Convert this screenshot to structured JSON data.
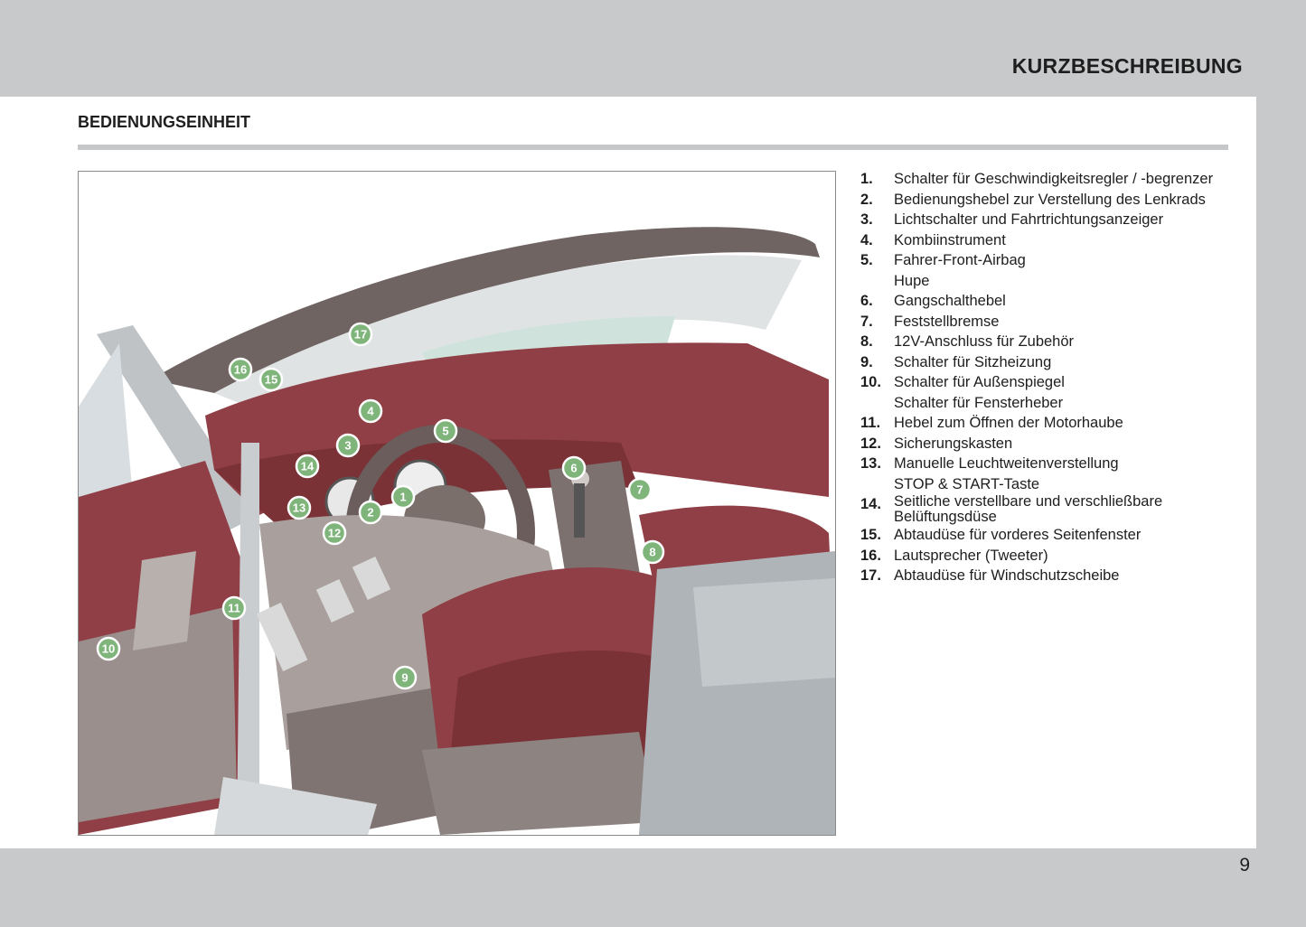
{
  "chapter_title": "KURZBESCHREIBUNG",
  "section_title": "BEDIENUNGSEINHEIT",
  "page_number": "9",
  "colors": {
    "band": "#c8c9cb",
    "marker": "#7fb57a",
    "leather": "#8f3f45"
  },
  "figure_markers": [
    "1",
    "2",
    "3",
    "4",
    "5",
    "6",
    "7",
    "8",
    "9",
    "10",
    "11",
    "12",
    "13",
    "14",
    "15",
    "16",
    "17"
  ],
  "legend": [
    {
      "num": "1.",
      "text": "Schalter für Geschwindigkeitsregler / -begrenzer"
    },
    {
      "num": "2.",
      "text": "Bedienungshebel zur Verstellung des Lenkrads"
    },
    {
      "num": "3.",
      "text": "Lichtschalter und Fahrtrichtungsanzeiger"
    },
    {
      "num": "4.",
      "text": "Kombiinstrument"
    },
    {
      "num": "5.",
      "text": "Fahrer-Front-Airbag",
      "sub": "Hupe"
    },
    {
      "num": "6.",
      "text": "Gangschalthebel"
    },
    {
      "num": "7.",
      "text": "Feststellbremse"
    },
    {
      "num": "8.",
      "text": "12V-Anschluss für Zubehör"
    },
    {
      "num": "9.",
      "text": "Schalter für Sitzheizung"
    },
    {
      "num": "10.",
      "text": "Schalter für Außenspiegel",
      "sub": "Schalter für Fensterheber"
    },
    {
      "num": "11.",
      "text": "Hebel zum Öffnen der Motorhaube"
    },
    {
      "num": "12.",
      "text": "Sicherungskasten"
    },
    {
      "num": "13.",
      "text": "Manuelle Leuchtweitenverstellung",
      "sub": "STOP & START-Taste"
    },
    {
      "num": "14.",
      "text": "Seitliche verstellbare und verschließbare",
      "text2": "Belüftungsdüse"
    },
    {
      "num": "15.",
      "text": "Abtaudüse für vorderes Seitenfenster"
    },
    {
      "num": "16.",
      "text": "Lautsprecher (Tweeter)"
    },
    {
      "num": "17.",
      "text": "Abtaudüse für Windschutzscheibe"
    }
  ]
}
